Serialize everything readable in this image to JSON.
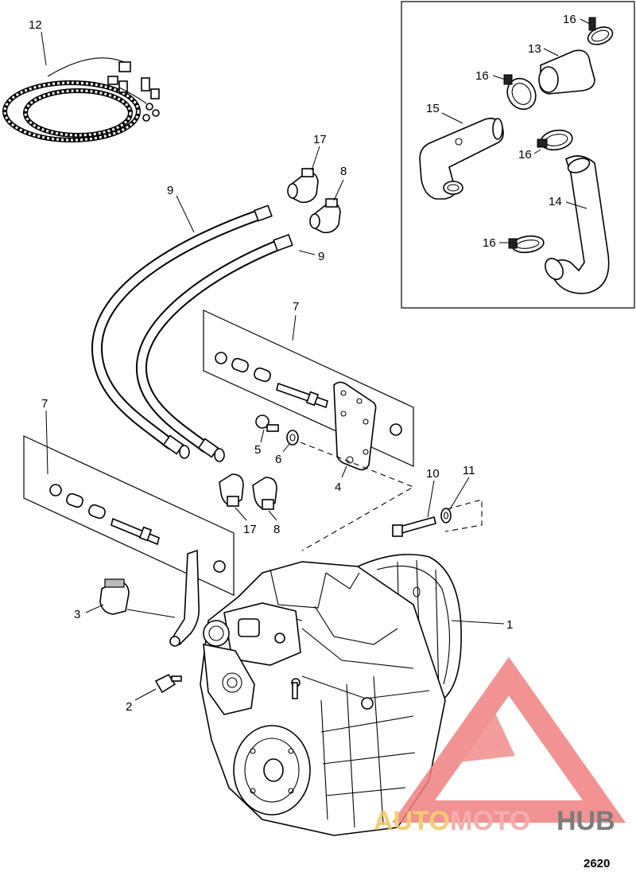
{
  "figure_id": "2620",
  "callouts": {
    "housing": "1",
    "sensor_small": "2",
    "sensor_switch": "3",
    "bracket_plate": "4",
    "banjo_bolt_5": "5",
    "washer_6": "6",
    "kit_upper": "7",
    "kit_lower": "7",
    "fitting_8_top": "8",
    "fitting_8_bottom": "8",
    "hose_9_left": "9",
    "hose_9_right": "9",
    "bolt_10": "10",
    "washer_11": "11",
    "harness": "12",
    "sleeve_13": "13",
    "hose_14": "14",
    "elbow_15": "15",
    "clamp_16_top": "16",
    "clamp_16_mid": "16",
    "clamp_16_lower": "16",
    "clamp_16_bottom": "16",
    "fitting_17_top": "17",
    "fitting_17_bottom": "17"
  },
  "watermark": {
    "part1": "AUTO",
    "part2": "MOTO",
    "part3": "HUB",
    "colors": {
      "triangle": "#f08080",
      "auto": "#f5c25a",
      "moto": "#f4a0a0",
      "hub": "#666666"
    }
  }
}
